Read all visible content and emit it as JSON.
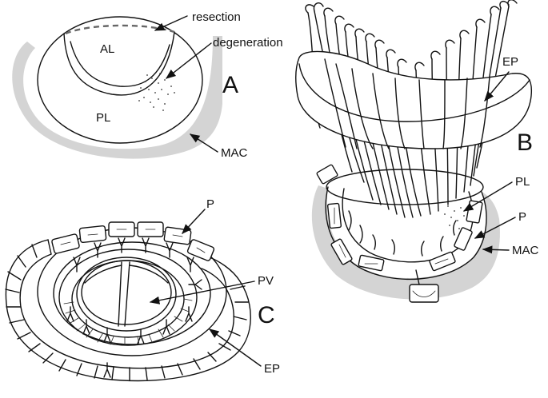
{
  "panels": {
    "a": "A",
    "b": "B",
    "c": "C"
  },
  "labels": {
    "resection": "resection",
    "degeneration": "degeneration",
    "al": "AL",
    "pl_a": "PL",
    "mac_a": "MAC",
    "ep_b": "EP",
    "pl_b": "PL",
    "p_b": "P",
    "mac_b": "MAC",
    "p_c": "P",
    "pv": "PV",
    "ep_c": "EP"
  },
  "colors": {
    "line": "#111111",
    "mac_fill": "#d4d4d4",
    "background": "#ffffff"
  }
}
